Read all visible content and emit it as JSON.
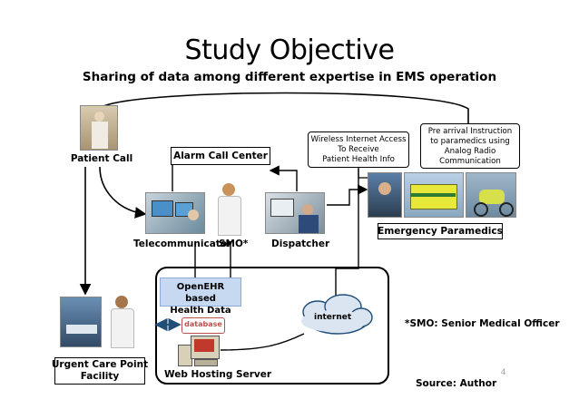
{
  "slide": {
    "title": "Study Objective",
    "subtitle": "Sharing of data among different expertise in EMS operation",
    "page_number": "4"
  },
  "nodes": {
    "patient_call": "Patient Call",
    "alarm_call_center": "Alarm Call Center",
    "telecommunicator": "Telecommunicator",
    "smo": "SMO*",
    "dispatcher": "Dispatcher",
    "emergency_paramedics": "Emergency Paramedics",
    "urgent_care_line1": "Urgent Care Point",
    "urgent_care_line2": "Facility",
    "web_hosting_server": "Web Hosting Server",
    "openehr_line1": "OpenEHR based",
    "openehr_line2": "Health Data",
    "database": "database",
    "internet": "internet"
  },
  "notes": {
    "wireless_line1": "Wireless Internet Access",
    "wireless_line2": "To Receive",
    "wireless_line3": "Patient Health Info",
    "prearrival_line1": "Pre arrival  Instruction",
    "prearrival_line2": "to paramedics using",
    "prearrival_line3": "Analog Radio",
    "prearrival_line4": "Communication",
    "smo_footnote": "*SMO: Senior Medical Officer",
    "source": "Source: Author"
  },
  "colors": {
    "ehr_fill": "#c6d9f1",
    "database_red": "#c0504d",
    "cloud_fill": "#dbe5f1",
    "arrow_blue": "#1f4e79"
  },
  "icons": [
    "patient-call-photo",
    "telecommunicator-photo",
    "smo-doctor-photo",
    "dispatcher-photo",
    "paramedic-photo",
    "ambulance-photo",
    "motorcycle-photo",
    "urgent-care-photo",
    "server-computer-icon",
    "internet-cloud"
  ]
}
